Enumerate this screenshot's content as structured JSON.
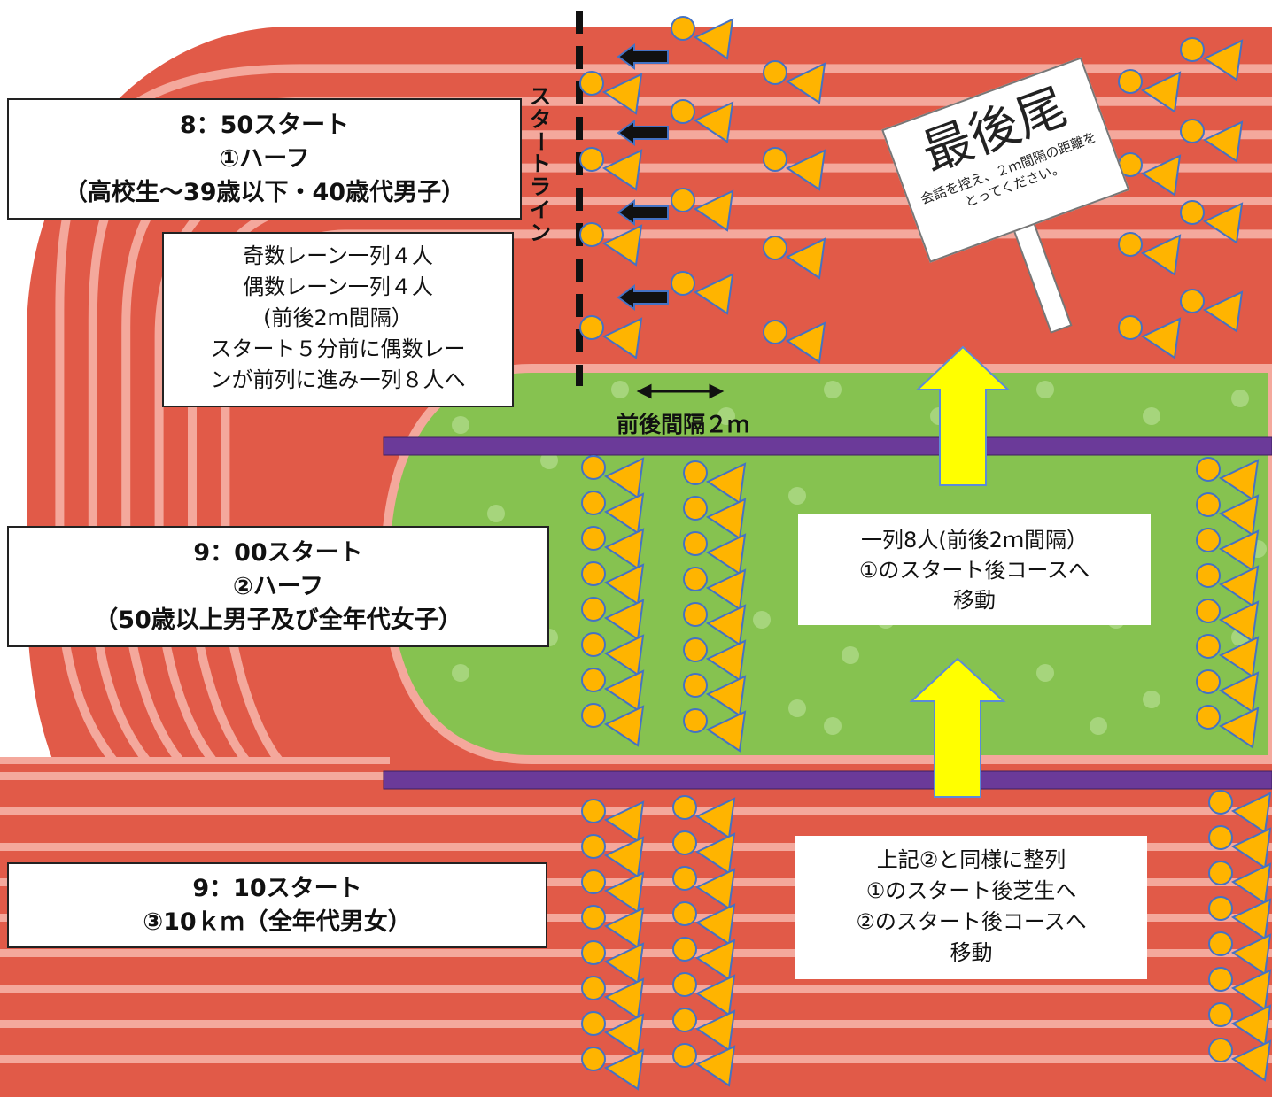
{
  "start_line_label": "スタートライン",
  "gap_label": "前後間隔２ｍ",
  "sign": {
    "title": "最後尾",
    "text": "会話を控え、２ｍ間隔の距離をとってください。"
  },
  "groups": [
    {
      "time": "8：50スタート",
      "race": "①ハーフ",
      "category": "（高校生～39歳以下・40歳代男子）"
    },
    {
      "time": "9：00スタート",
      "race": "②ハーフ",
      "category": "（50歳以上男子及び全年代女子）"
    },
    {
      "time": "9：10スタート",
      "race": "③10ｋｍ（全年代男女）"
    }
  ],
  "notes": {
    "lanes": [
      "奇数レーン一列４人",
      "偶数レーン一列４人",
      "(前後2ｍ間隔）",
      "スタート５分前に偶数レー",
      "ンが前列に進み一列８人へ"
    ],
    "group2": [
      "一列8人(前後2ｍ間隔）",
      "①のスタート後コースへ",
      "移動"
    ],
    "group3": [
      "上記②と同様に整列",
      "①のスタート後芝生へ",
      "②のスタート後コースへ",
      "移動"
    ]
  },
  "colors": {
    "track": "#e15a48",
    "track_stripe": "#f4a89c",
    "field": "#86c250",
    "field_dot": "#a6d57c",
    "divider": "#6b3a99",
    "arrow": "#ffff00",
    "runner": "#ffb400",
    "runner_outline": "#4472c4"
  }
}
